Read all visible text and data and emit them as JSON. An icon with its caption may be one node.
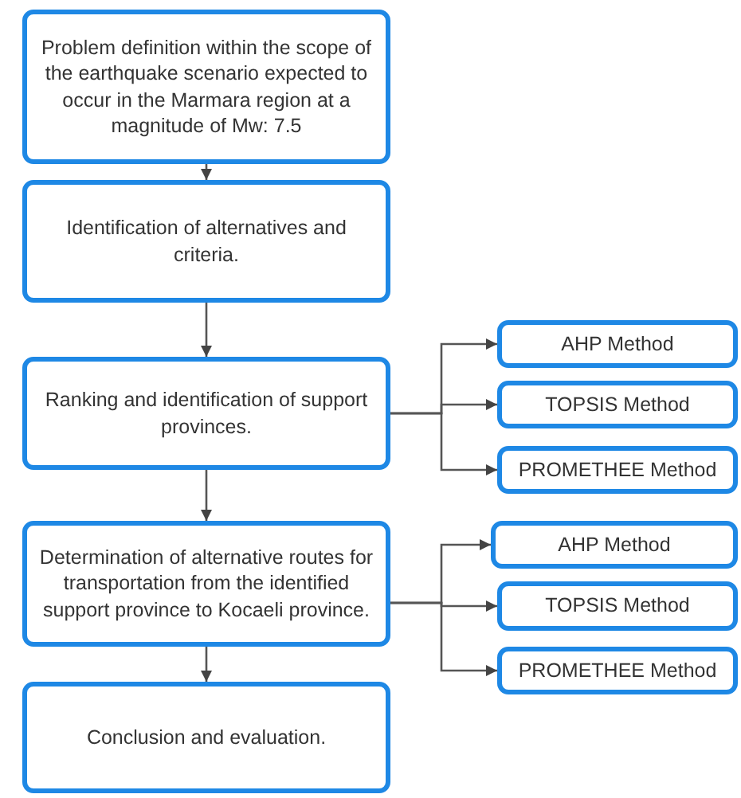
{
  "diagram": {
    "nodes": [
      {
        "text": [
          "Problem definition within the scope of the earthquake scenario expected to occur in the Marmara region at a magnitude of Mw: 7.5"
        ]
      },
      {
        "text": [
          "Identification of alternatives and criteria."
        ]
      },
      {
        "text": [
          "Ranking and identification of support provinces."
        ]
      },
      {
        "text": [
          "AHP Method"
        ]
      },
      {
        "text": [
          "TOPSIS Method"
        ]
      },
      {
        "text": [
          "PROMETHEE Method"
        ]
      },
      {
        "text": [
          "Determination of alternative routes for transportation from the identified support province to Kocaeli province."
        ]
      },
      {
        "text": [
          "AHP Method"
        ]
      },
      {
        "text": [
          "TOPSIS Method"
        ]
      },
      {
        "text": [
          "PROMETHEE Method"
        ]
      },
      {
        "text": [
          "Conclusion and evaluation."
        ]
      }
    ],
    "edges": [
      {
        "from": 0,
        "to": 1,
        "arrow": "to"
      },
      {
        "from": 1,
        "to": 2,
        "arrow": "to"
      },
      {
        "from": 2,
        "to": 3,
        "arrow": "to"
      },
      {
        "from": 2,
        "to": 4,
        "arrow": "to"
      },
      {
        "from": 2,
        "to": 5,
        "arrow": "to"
      },
      {
        "from": 2,
        "to": 6,
        "arrow": "to"
      },
      {
        "from": 6,
        "to": 7,
        "arrow": "to"
      },
      {
        "from": 6,
        "to": 8,
        "arrow": "to"
      },
      {
        "from": 6,
        "to": 9,
        "arrow": "to"
      },
      {
        "from": 6,
        "to": 10,
        "arrow": "to"
      }
    ]
  }
}
